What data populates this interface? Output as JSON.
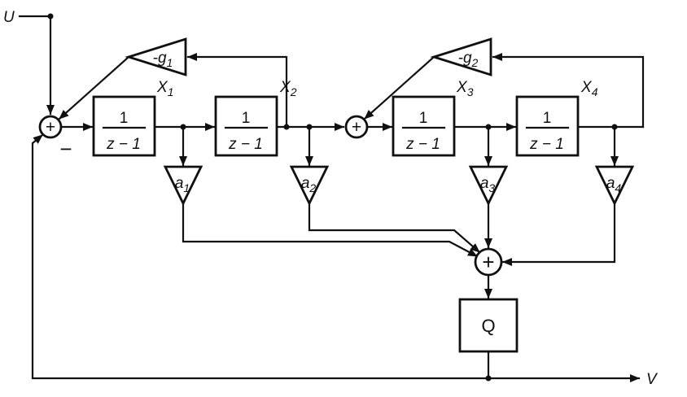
{
  "diagram": {
    "io": {
      "input": "U",
      "output": "V"
    },
    "symbols": {
      "plus": "+",
      "minus": "−"
    },
    "integrators": [
      {
        "numerator": "1",
        "denominator": "z − 1"
      },
      {
        "numerator": "1",
        "denominator": "z − 1"
      },
      {
        "numerator": "1",
        "denominator": "z − 1"
      },
      {
        "numerator": "1",
        "denominator": "z − 1"
      }
    ],
    "states": [
      {
        "base": "X",
        "sub": "1"
      },
      {
        "base": "X",
        "sub": "2"
      },
      {
        "base": "X",
        "sub": "3"
      },
      {
        "base": "X",
        "sub": "4"
      }
    ],
    "gains": [
      {
        "base": "a",
        "sub": "1"
      },
      {
        "base": "a",
        "sub": "2"
      },
      {
        "base": "a",
        "sub": "3"
      },
      {
        "base": "a",
        "sub": "4"
      }
    ],
    "feedbacks": [
      {
        "base": "-g",
        "sub": "1"
      },
      {
        "base": "-g",
        "sub": "2"
      }
    ],
    "quantizer": "Q"
  }
}
